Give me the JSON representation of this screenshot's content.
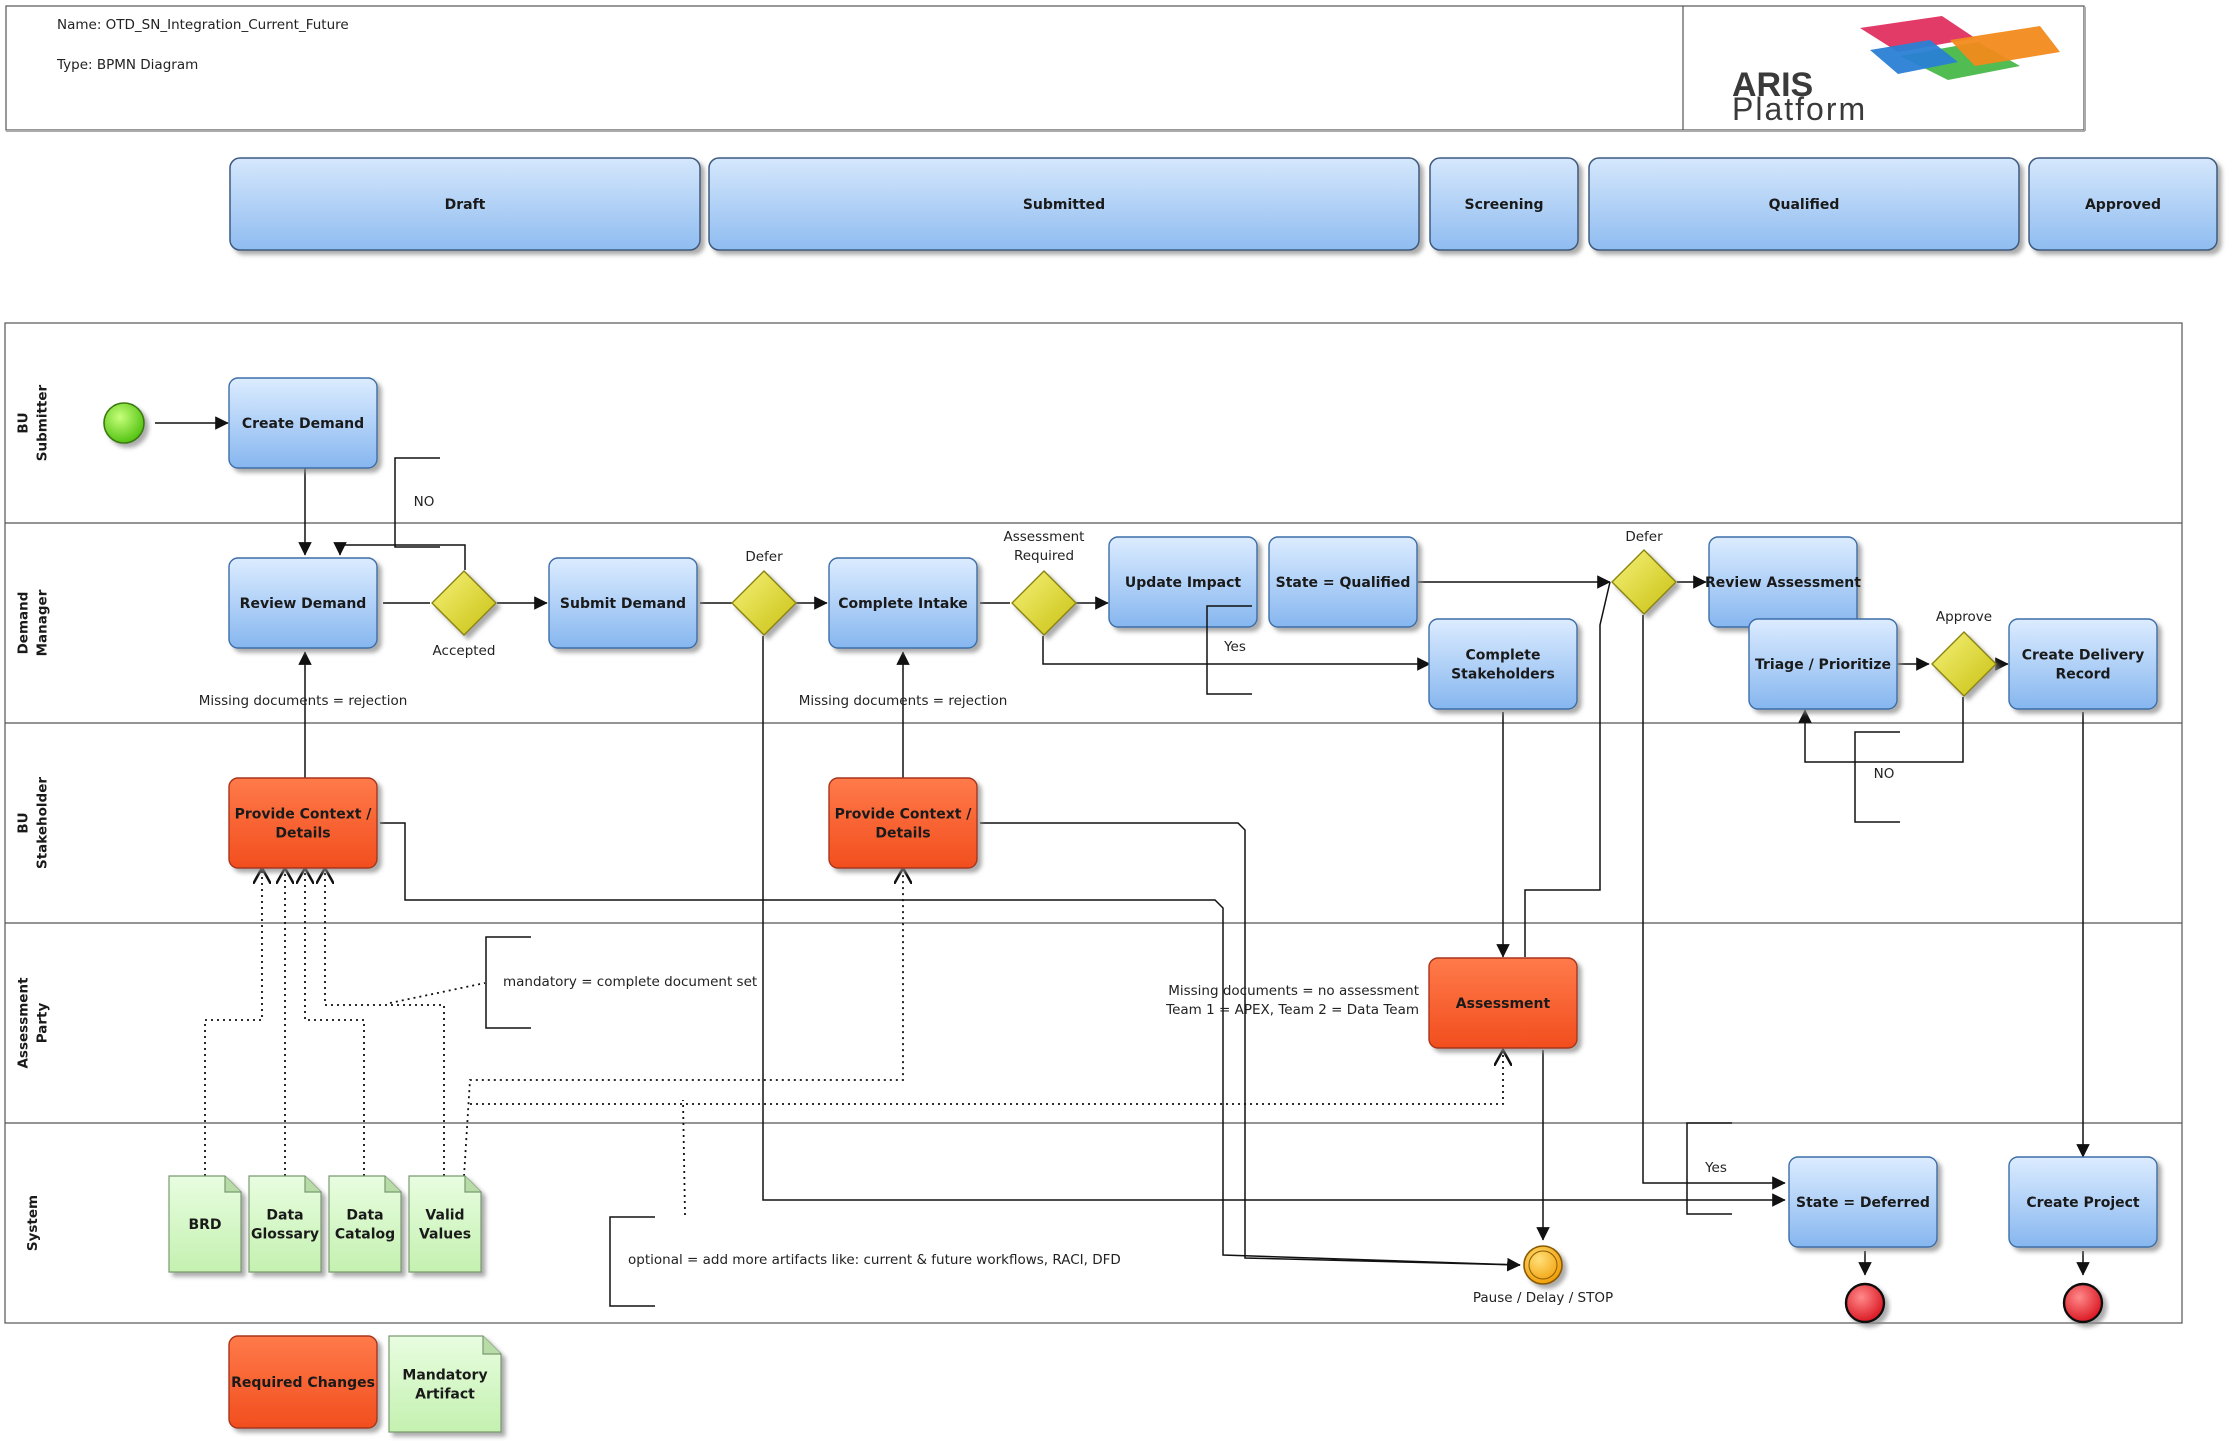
{
  "header": {
    "name_line": "Name: OTD_SN_Integration_Current_Future",
    "type_line": "Type: BPMN Diagram",
    "logo_word1": "ARIS",
    "logo_word2": "Platform"
  },
  "phases": [
    {
      "id": "draft",
      "label": "Draft"
    },
    {
      "id": "submitted",
      "label": "Submitted"
    },
    {
      "id": "screening",
      "label": "Screening"
    },
    {
      "id": "qualified",
      "label": "Qualified"
    },
    {
      "id": "approved",
      "label": "Approved"
    }
  ],
  "lanes": [
    {
      "id": "bu-submitter",
      "lines": [
        "BU",
        "Submitter"
      ]
    },
    {
      "id": "demand-manager",
      "lines": [
        "Demand",
        "Manager"
      ]
    },
    {
      "id": "bu-stakeholder",
      "lines": [
        "BU",
        "Stakeholder"
      ]
    },
    {
      "id": "assessment-party",
      "lines": [
        "Assessment",
        "Party"
      ]
    },
    {
      "id": "system",
      "lines": [
        "System"
      ]
    }
  ],
  "tasks": {
    "create_demand": [
      "Create Demand"
    ],
    "review_demand": [
      "Review Demand"
    ],
    "submit_demand": [
      "Submit Demand"
    ],
    "complete_intake": [
      "Complete Intake"
    ],
    "update_impact": [
      "Update Impact"
    ],
    "state_qualified": [
      "State = Qualified"
    ],
    "complete_stakeholders": [
      "Complete",
      "Stakeholders"
    ],
    "review_assessment": [
      "Review Assessment"
    ],
    "triage_prioritize": [
      "Triage / Prioritize"
    ],
    "create_delivery_record": [
      "Create Delivery",
      "Record"
    ],
    "provide_context_1": [
      "Provide Context /",
      "Details"
    ],
    "provide_context_2": [
      "Provide Context /",
      "Details"
    ],
    "assessment": [
      "Assessment"
    ],
    "state_deferred": [
      "State = Deferred"
    ],
    "create_project": [
      "Create Project"
    ]
  },
  "artifacts": {
    "brd": [
      "BRD"
    ],
    "data_glossary": [
      "Data",
      "Glossary"
    ],
    "data_catalog": [
      "Data",
      "Catalog"
    ],
    "valid_values": [
      "Valid",
      "Values"
    ]
  },
  "labels": {
    "no_1": "NO",
    "accepted": "Accepted",
    "defer_1": "Defer",
    "assessment_required_1": "Assessment",
    "assessment_required_2": "Required",
    "yes_1": "Yes",
    "defer_2": "Defer",
    "approve": "Approve",
    "no_2": "NO",
    "missing_docs_1": "Missing documents = rejection",
    "missing_docs_2": "Missing documents = rejection",
    "missing_docs_assessment": "Missing documents = no assessment",
    "teams": "Team 1 = APEX, Team 2 = Data Team",
    "yes_2": "Yes",
    "pause_delay_stop": "Pause / Delay / STOP"
  },
  "annotations": {
    "mandatory": "mandatory = complete document set",
    "optional": "optional = add more artifacts like: current & future workflows, RACI, DFD"
  },
  "legend": {
    "required_changes": [
      "Required Changes"
    ],
    "mandatory_artifact": [
      "Mandatory",
      "Artifact"
    ]
  },
  "colors": {
    "task_blue_top": "#d6e8ff",
    "task_blue_bottom": "#86b7f0",
    "task_orange": "#ff6a3d",
    "artifact_green": "#d8f8cc",
    "gateway_yellow": "#e8e23a",
    "start_green": "#7ddc1f",
    "intermediate_orange": "#ffb514",
    "end_red": "#e8202a"
  }
}
